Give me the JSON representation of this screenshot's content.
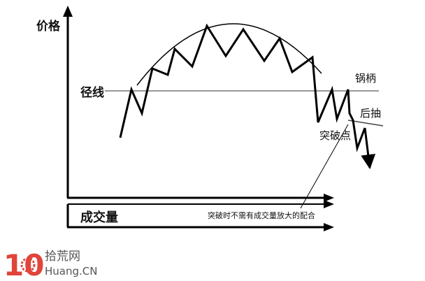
{
  "diagram": {
    "y_axis_label": "价格",
    "neckline_label": "径线",
    "pot_handle_label": "锅柄",
    "pullback_label": "后抽",
    "breakout_label": "突破点",
    "volume_label": "成交量",
    "volume_note": "突破时不需有成交量放大的配合"
  },
  "watermark": {
    "logo_number": "10",
    "site_name": "拾荒网",
    "site_domain": "Huang.CN",
    "colors": {
      "number": "#e0443a",
      "text": "#555555"
    }
  }
}
